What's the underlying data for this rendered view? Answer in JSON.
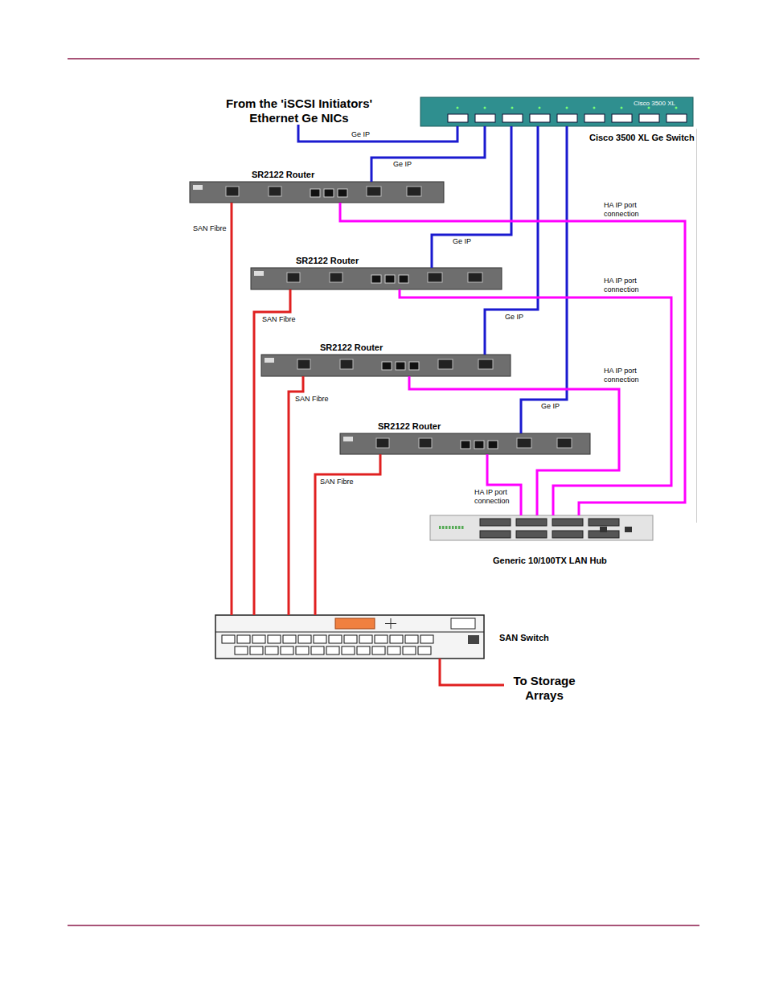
{
  "diagram": {
    "nodes": [
      {
        "text": [
          "Cisco 3500 XL",
          "Cisco 3500 XL Ge Switch"
        ]
      },
      {
        "text": [
          "SR2122 Router"
        ]
      },
      {
        "text": [
          "SR2122 Router"
        ]
      },
      {
        "text": [
          "SR2122 Router"
        ]
      },
      {
        "text": [
          "SR2122 Router"
        ]
      },
      {
        "text": [
          "Generic 10/100TX LAN Hub"
        ]
      },
      {
        "text": [
          "SAN Switch"
        ]
      }
    ],
    "edges": [
      {
        "from": 0,
        "to": 1,
        "arrow": "none",
        "label": "Ge IP"
      },
      {
        "from": 0,
        "to": 2,
        "arrow": "none",
        "label": "Ge IP"
      },
      {
        "from": 0,
        "to": 3,
        "arrow": "none",
        "label": "Ge IP"
      },
      {
        "from": 0,
        "to": 4,
        "arrow": "none",
        "label": "Ge IP"
      },
      {
        "from": 1,
        "to": 5,
        "arrow": "none",
        "label": "HA IP port connection"
      },
      {
        "from": 2,
        "to": 5,
        "arrow": "none",
        "label": "HA IP port connection"
      },
      {
        "from": 3,
        "to": 5,
        "arrow": "none",
        "label": "HA IP port connection"
      },
      {
        "from": 4,
        "to": 5,
        "arrow": "none",
        "label": "HA IP port connection"
      },
      {
        "from": 1,
        "to": 6,
        "arrow": "none",
        "label": "SAN Fibre"
      },
      {
        "from": 2,
        "to": 6,
        "arrow": "none",
        "label": "SAN Fibre"
      },
      {
        "from": 3,
        "to": 6,
        "arrow": "none",
        "label": "SAN Fibre"
      },
      {
        "from": 4,
        "to": 6,
        "arrow": "none",
        "label": "SAN Fibre"
      }
    ],
    "labels": [
      "From the 'iSCSI Initiators' Ethernet Ge NICs",
      "Ge IP",
      "To Storage Arrays"
    ]
  }
}
